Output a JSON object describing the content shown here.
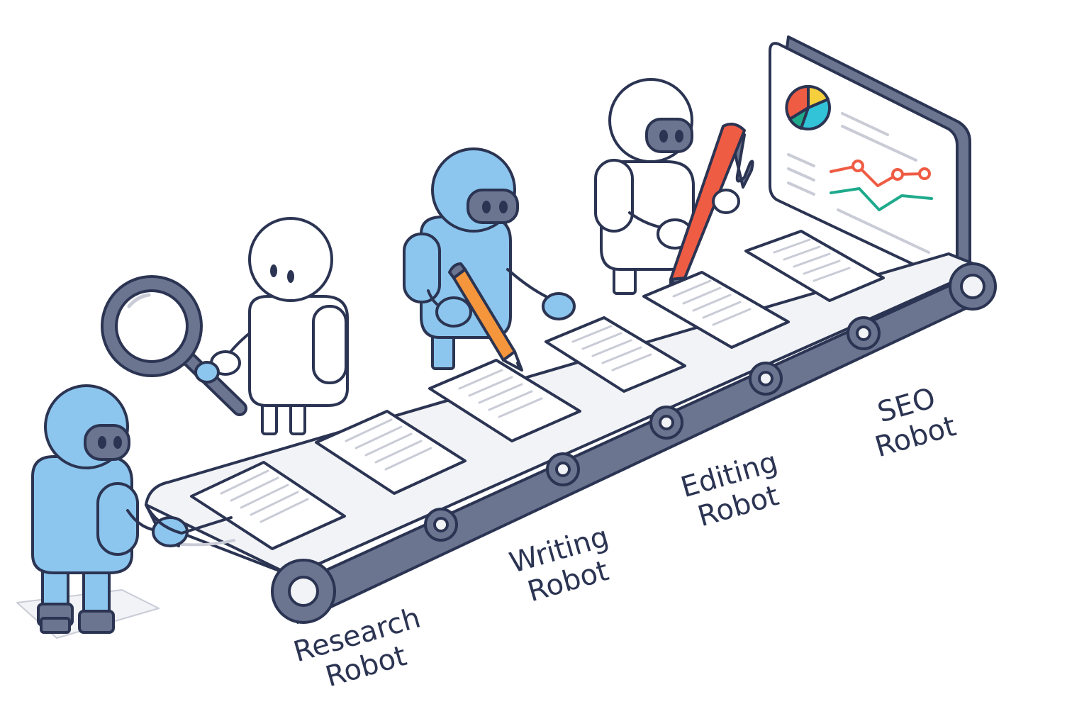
{
  "stations": [
    {
      "id": "research",
      "line1": "Research",
      "line2": "Robot"
    },
    {
      "id": "writing",
      "line1": "Writing",
      "line2": "Robot"
    },
    {
      "id": "editing",
      "line1": "Editing",
      "line2": "Robot"
    },
    {
      "id": "seo",
      "line1": "SEO",
      "line2": "Robot"
    }
  ],
  "icons": {
    "research": "magnifying-glass-icon",
    "writing": "pencil-icon",
    "editing": "pen-icon",
    "seo": "analytics-dashboard-icon"
  },
  "colors": {
    "outline": "#2b3452",
    "robot_blue": "#8cc6ee",
    "belt": "#6b7590",
    "belt_surface": "#f2f3f6",
    "paper": "#ffffff",
    "pencil": "#f5963c",
    "pen": "#ef5c44",
    "chart_red": "#ef5c44",
    "chart_yellow": "#f5cf3c",
    "chart_teal": "#32c3d9",
    "chart_green": "#1faa8c"
  }
}
